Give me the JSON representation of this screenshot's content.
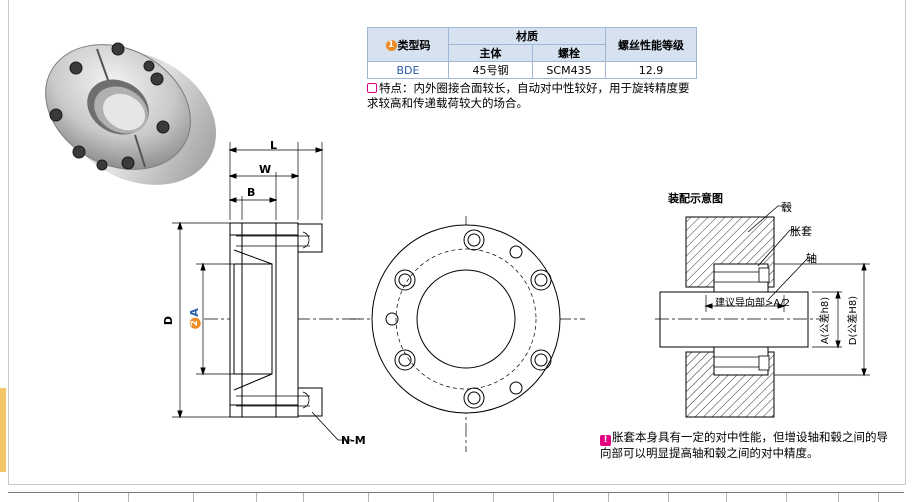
{
  "table": {
    "type_header_num": "1",
    "type_header": "类型码",
    "material_header": "材质",
    "body_header": "主体",
    "bolt_header": "螺栓",
    "grade_header": "螺丝性能等级",
    "rows": [
      {
        "type": "BDE",
        "body": "45号钢",
        "bolt": "SCM435",
        "grade": "12.9"
      }
    ]
  },
  "feature_text": "特点：内外圈接合面较长，自动对中性较好，用于旋转精度要求较高和传递载荷较大的场合。",
  "side_view": {
    "dim_L": "L",
    "dim_W": "W",
    "dim_B": "B",
    "dim_D": "D",
    "dim_A": "A",
    "dim_A_num": "2",
    "screw_label": "N-M"
  },
  "assembly": {
    "title": "装配示意图",
    "hub_label": "毂",
    "sleeve_label": "胀套",
    "shaft_label": "轴",
    "guide_label": "建议导向部>A/2",
    "shaft_dim_label": "A(公差h8)",
    "hub_dim_label": "D(公差H8)"
  },
  "note": {
    "badge": "!",
    "text": "胀套本身具有一定的对中性能，但增设轴和毂之间的导向部可以明显提高轴和毂之间的对中精度。"
  }
}
